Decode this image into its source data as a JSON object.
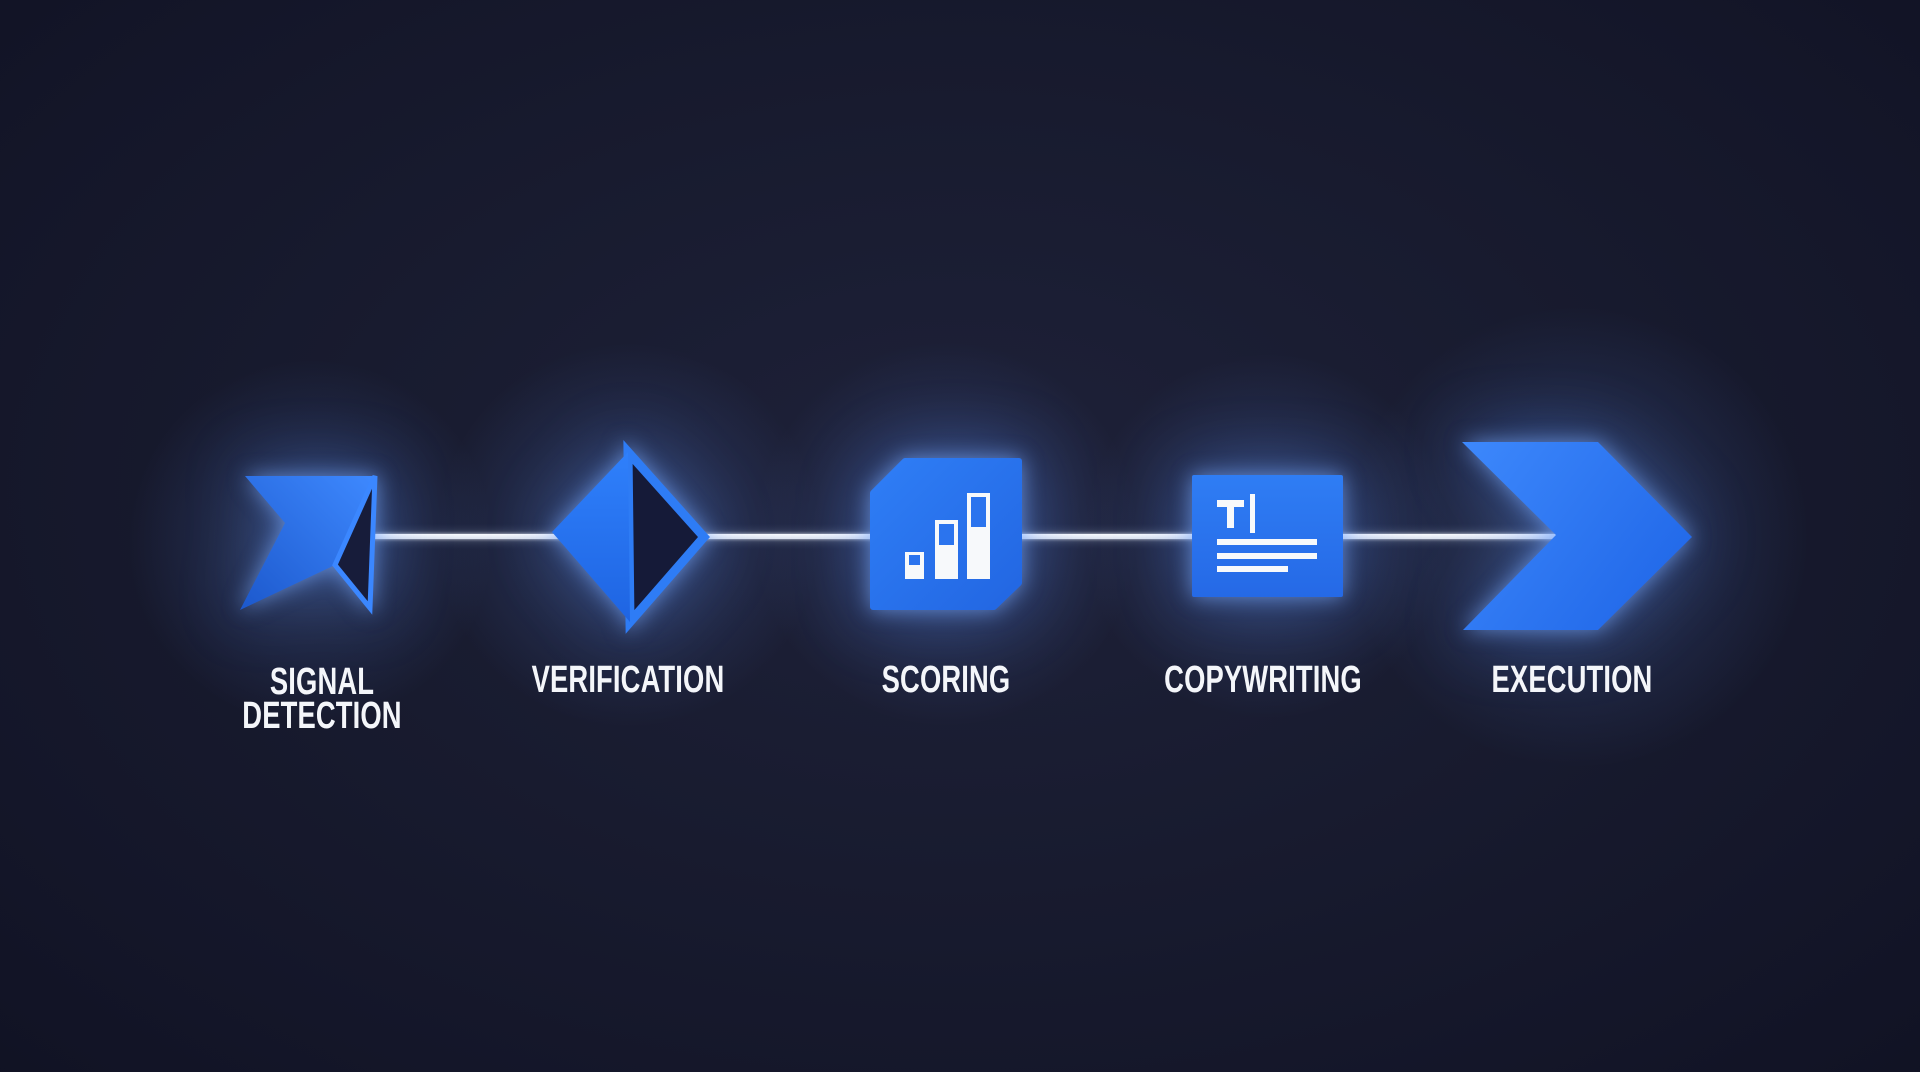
{
  "diagram": {
    "type": "process-flow",
    "stages": [
      {
        "label": "SIGNAL DETECTION",
        "icon": "paper-plane-icon"
      },
      {
        "label": "VERIFICATION",
        "icon": "split-diamond-icon"
      },
      {
        "label": "SCORING",
        "icon": "bar-chart-icon"
      },
      {
        "label": "COPYWRITING",
        "icon": "text-editing-icon"
      },
      {
        "label": "EXECUTION",
        "icon": "chevron-arrow-icon"
      }
    ],
    "colors": {
      "background": "#181b2f",
      "node_blue": "#2b78f2",
      "node_blue_light": "#418cff",
      "node_blue_deep": "#1d5fd6",
      "outline_blue": "#3b87ff",
      "connector_line": "#e9edf5",
      "label_text": "#f4f6fa",
      "glow": "#7fb0ff"
    }
  }
}
